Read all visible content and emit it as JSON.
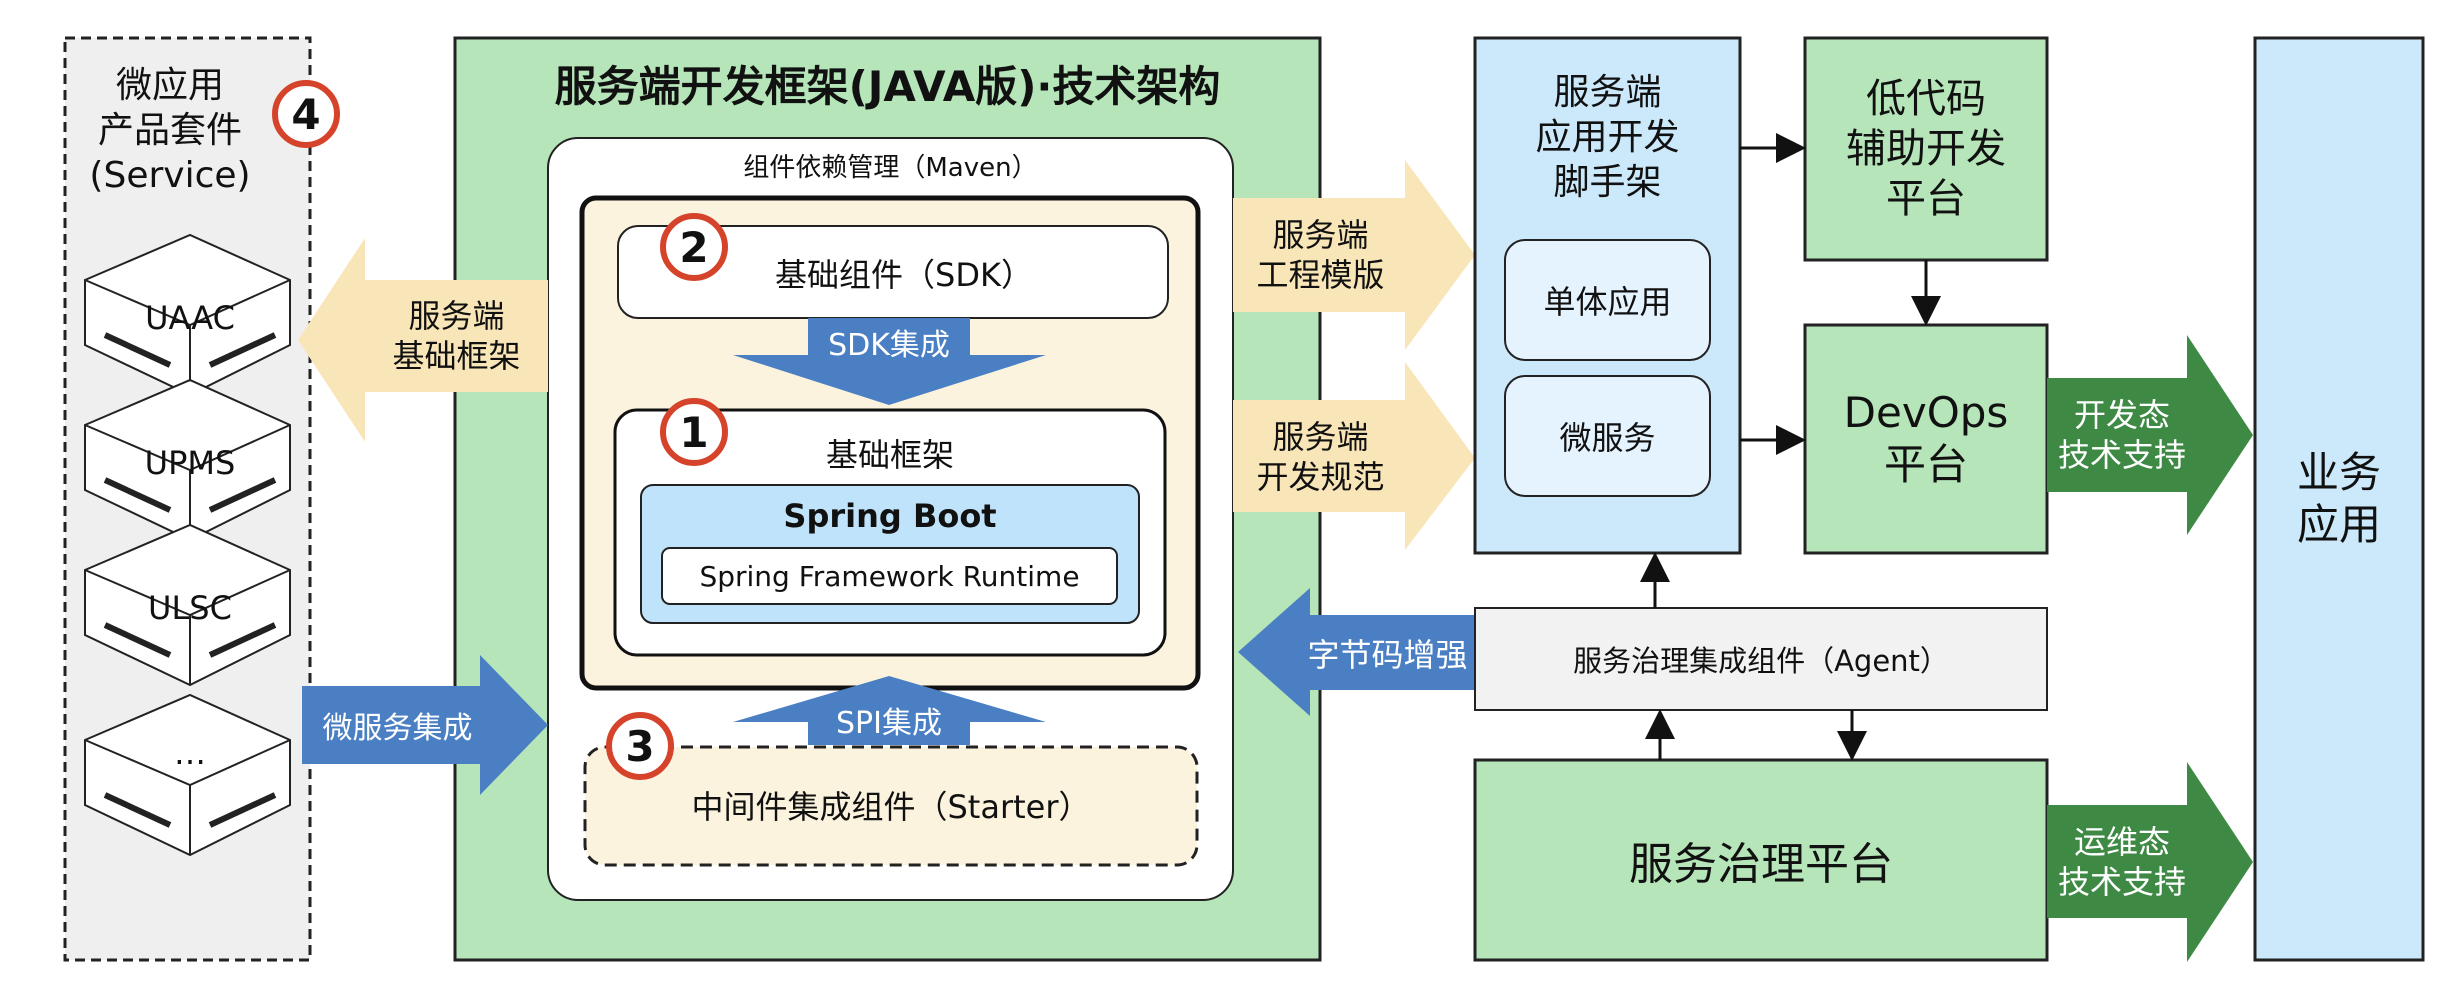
{
  "left_panel": {
    "title": "微应用\n产品套件\n(Service)",
    "badge": "4",
    "items": [
      "UAAC",
      "UPMS",
      "ULSC",
      "…"
    ]
  },
  "main_frame": {
    "title": "服务端开发框架(JAVA版)·技术架构",
    "maven_label": "组件依赖管理（Maven）",
    "sdk": {
      "badge": "2",
      "label": "基础组件（SDK）"
    },
    "sdk_arrow": "SDK集成",
    "framework": {
      "badge": "1",
      "label": "基础框架",
      "spring_boot": "Spring Boot",
      "runtime": "Spring Framework Runtime"
    },
    "spi_arrow": "SPI集成",
    "starter": {
      "badge": "3",
      "label": "中间件集成组件（Starter）"
    }
  },
  "arrows": {
    "left_base": "服务端\n基础框架",
    "micro_integration": "微服务集成",
    "template": "服务端\n工程模版",
    "spec": "服务端\n开发规范",
    "bytecode": "字节码增强",
    "dev_support": "开发态\n技术支持",
    "ops_support": "运维态\n技术支持"
  },
  "scaffold": {
    "title": "服务端\n应用开发\n脚手架",
    "single": "单体应用",
    "micro": "微服务"
  },
  "lowcode": "低代码\n辅助开发\n平台",
  "devops": "DevOps\n平台",
  "agent": "服务治理集成组件（Agent）",
  "governance": "服务治理平台",
  "business": "业务\n应用",
  "colors": {
    "green": "#b5e5b8",
    "blue": "#cce9fb",
    "cream": "#fbf3de",
    "arrow_tan": "#f9e6b8",
    "arrow_blue": "#4a7fc4",
    "arrow_green": "#3e8a45",
    "badge_red": "#d6432b"
  }
}
